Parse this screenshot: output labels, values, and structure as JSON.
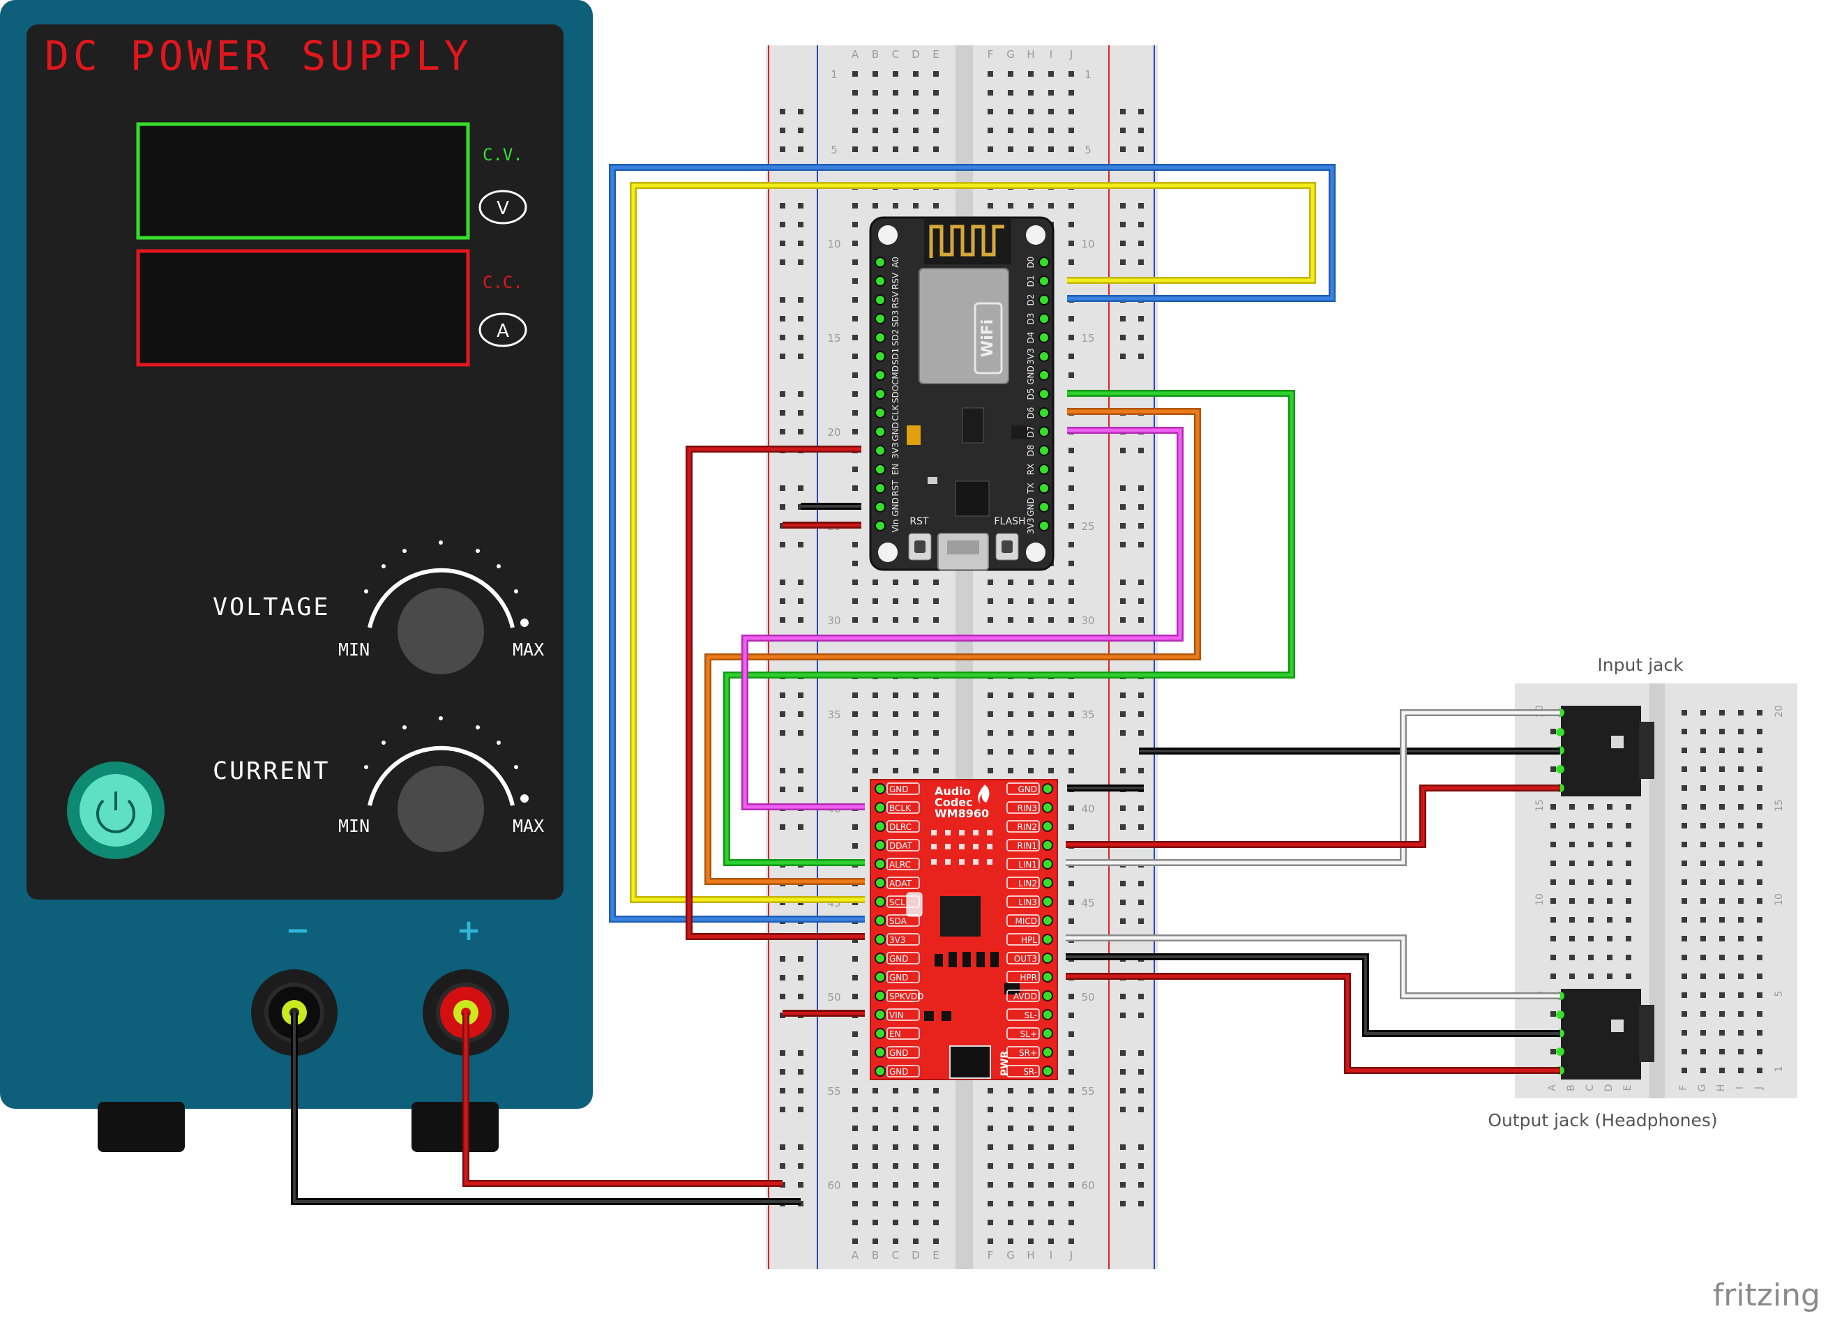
{
  "power_supply": {
    "title": "DC POWER SUPPLY",
    "cv_label": "C.V.",
    "cc_label": "C.C.",
    "volt_button": "V",
    "amp_button": "A",
    "voltage_label": "VOLTAGE",
    "current_label": "CURRENT",
    "min_label": "MIN",
    "max_label": "MAX",
    "minus_label": "−",
    "plus_label": "+",
    "colors": {
      "body": "#0d5f7a",
      "panel": "#1f1f1f",
      "cv_frame": "#35e02b",
      "cc_frame": "#e3161d",
      "title": "#e3161d"
    }
  },
  "nodemcu": {
    "left_pins": [
      "A0",
      "RSV",
      "RSV",
      "SD3",
      "SD2",
      "SD1",
      "CMD",
      "SDO",
      "CLK",
      "GND",
      "3V3",
      "EN",
      "RST",
      "GND",
      "Vin"
    ],
    "right_pins": [
      "D0",
      "D1",
      "D2",
      "D3",
      "D4",
      "3V3",
      "GND",
      "D5",
      "D6",
      "D7",
      "D8",
      "RX",
      "TX",
      "GND",
      "3V3"
    ],
    "rst_label": "RST",
    "flash_label": "FLASH",
    "wifi_label": "WiFi"
  },
  "codec": {
    "title_lines": [
      "Audio",
      "Codec",
      "WM8960"
    ],
    "left_pins": [
      "GND",
      "BCLK",
      "DLRC",
      "DDAT",
      "ALRC",
      "ADAT",
      "SCL",
      "SDA",
      "3V3",
      "GND",
      "GND",
      "SPKVDD",
      "VIN",
      "EN",
      "GND",
      "GND"
    ],
    "right_pins": [
      "GND",
      "RIN3",
      "RIN2",
      "RIN1",
      "LIN1",
      "LIN2",
      "LIN3",
      "MICD",
      "HPL",
      "OUT3",
      "HPR",
      "AVDD",
      "SL-",
      "SL+",
      "SR+",
      "SR-"
    ],
    "pwr_label": "PWR"
  },
  "breadboard": {
    "columns_left": [
      "A",
      "B",
      "C",
      "D",
      "E"
    ],
    "columns_right": [
      "F",
      "G",
      "H",
      "I",
      "J"
    ],
    "row_numbers": [
      "1",
      "5",
      "10",
      "15",
      "20",
      "25",
      "30",
      "35",
      "40",
      "45",
      "50",
      "55",
      "60"
    ]
  },
  "small_breadboard": {
    "columns": [
      "A",
      "B",
      "C",
      "D",
      "E",
      "F",
      "G",
      "H",
      "I",
      "J"
    ],
    "row_numbers": [
      "20",
      "15",
      "10",
      "5",
      "1"
    ]
  },
  "labels": {
    "input_jack": "Input jack",
    "output_jack": "Output jack (Headphones)",
    "watermark": "fritzing"
  }
}
